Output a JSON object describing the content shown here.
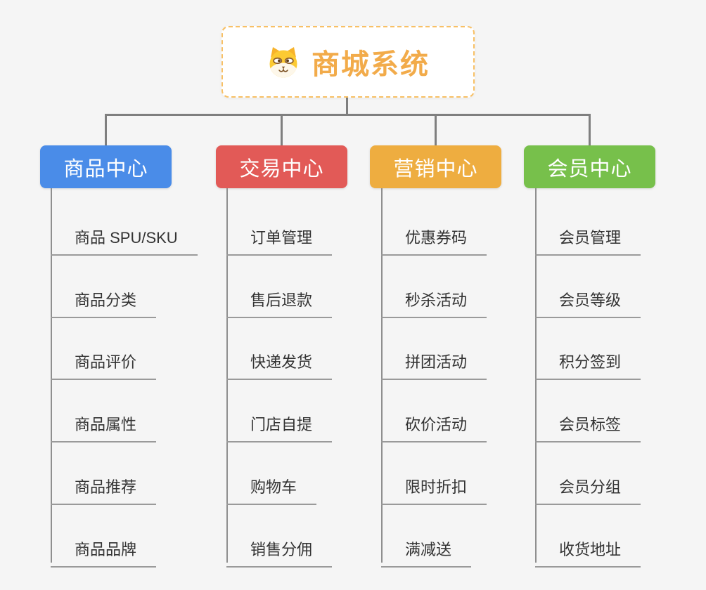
{
  "root": {
    "title": "商城系统",
    "icon": "shiba-dog-icon"
  },
  "branches": [
    {
      "label": "商品中心",
      "color": "#4a8ce8",
      "items": [
        "商品 SPU/SKU",
        "商品分类",
        "商品评价",
        "商品属性",
        "商品推荐",
        "商品品牌"
      ]
    },
    {
      "label": "交易中心",
      "color": "#e25a57",
      "items": [
        "订单管理",
        "售后退款",
        "快递发货",
        "门店自提",
        "购物车",
        "销售分佣"
      ]
    },
    {
      "label": "营销中心",
      "color": "#eead40",
      "items": [
        "优惠券码",
        "秒杀活动",
        "拼团活动",
        "砍价活动",
        "限时折扣",
        "满减送"
      ]
    },
    {
      "label": "会员中心",
      "color": "#77c04b",
      "items": [
        "会员管理",
        "会员等级",
        "积分签到",
        "会员标签",
        "会员分组",
        "收货地址"
      ]
    }
  ],
  "colors": {
    "background": "#f5f5f5",
    "root_border": "#f8c065",
    "root_text": "#f2ab4a",
    "connector": "#7f7f7f",
    "child_line": "#9a9a9a",
    "item_text": "#333333"
  }
}
